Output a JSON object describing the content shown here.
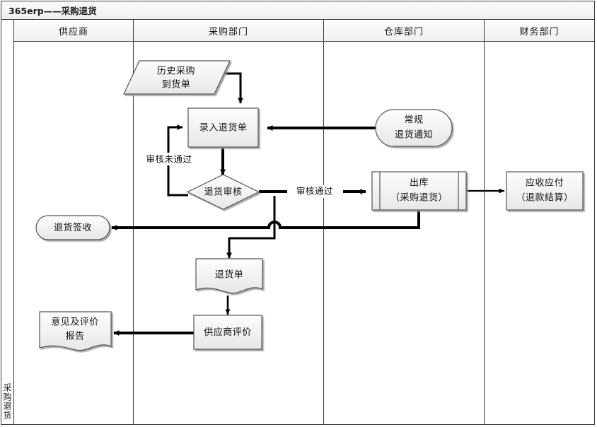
{
  "window": {
    "title": "365erp——采购退货"
  },
  "lane_caption": "采购退货",
  "columns": [
    {
      "label": "供应商"
    },
    {
      "label": "采购部门"
    },
    {
      "label": "仓库部门"
    },
    {
      "label": "财务部门"
    }
  ],
  "nodes": {
    "history_receipt": {
      "label_line1": "历史采购",
      "label_line2": "到货单",
      "shape": "parallelogram",
      "lane": "采购部门"
    },
    "enter_return": {
      "label": "录入退货单",
      "shape": "process",
      "lane": "采购部门"
    },
    "return_audit": {
      "label": "退货审核",
      "shape": "decision",
      "lane": "采购部门"
    },
    "regular_notice": {
      "label_line1": "常规",
      "label_line2": "退货通知",
      "shape": "terminator",
      "lane": "仓库部门"
    },
    "stock_out": {
      "label_line1": "出库",
      "label_line2": "（采购退货）",
      "shape": "predefined-process",
      "lane": "仓库部门"
    },
    "receivable_payable": {
      "label_line1": "应收应付",
      "label_line2": "（退款结算）",
      "shape": "process",
      "lane": "财务部门"
    },
    "return_signed": {
      "label": "退货签收",
      "shape": "terminator",
      "lane": "供应商"
    },
    "return_order_doc": {
      "label": "退货单",
      "shape": "document",
      "lane": "采购部门"
    },
    "supplier_rating": {
      "label": "供应商评价",
      "shape": "process",
      "lane": "采购部门"
    },
    "opinion_report": {
      "label_line1": "意见及评价",
      "label_line2": "报告",
      "shape": "document",
      "lane": "供应商"
    }
  },
  "edge_labels": {
    "audit_failed": "审核未通过",
    "audit_passed": "审核通过"
  },
  "colors": {
    "border": "#3c3c3c",
    "node_stroke": "#555555",
    "node_fill_top": "#fdfdfd",
    "node_fill_bottom": "#e9e9e9",
    "connector": "#000000",
    "text": "#111111"
  }
}
